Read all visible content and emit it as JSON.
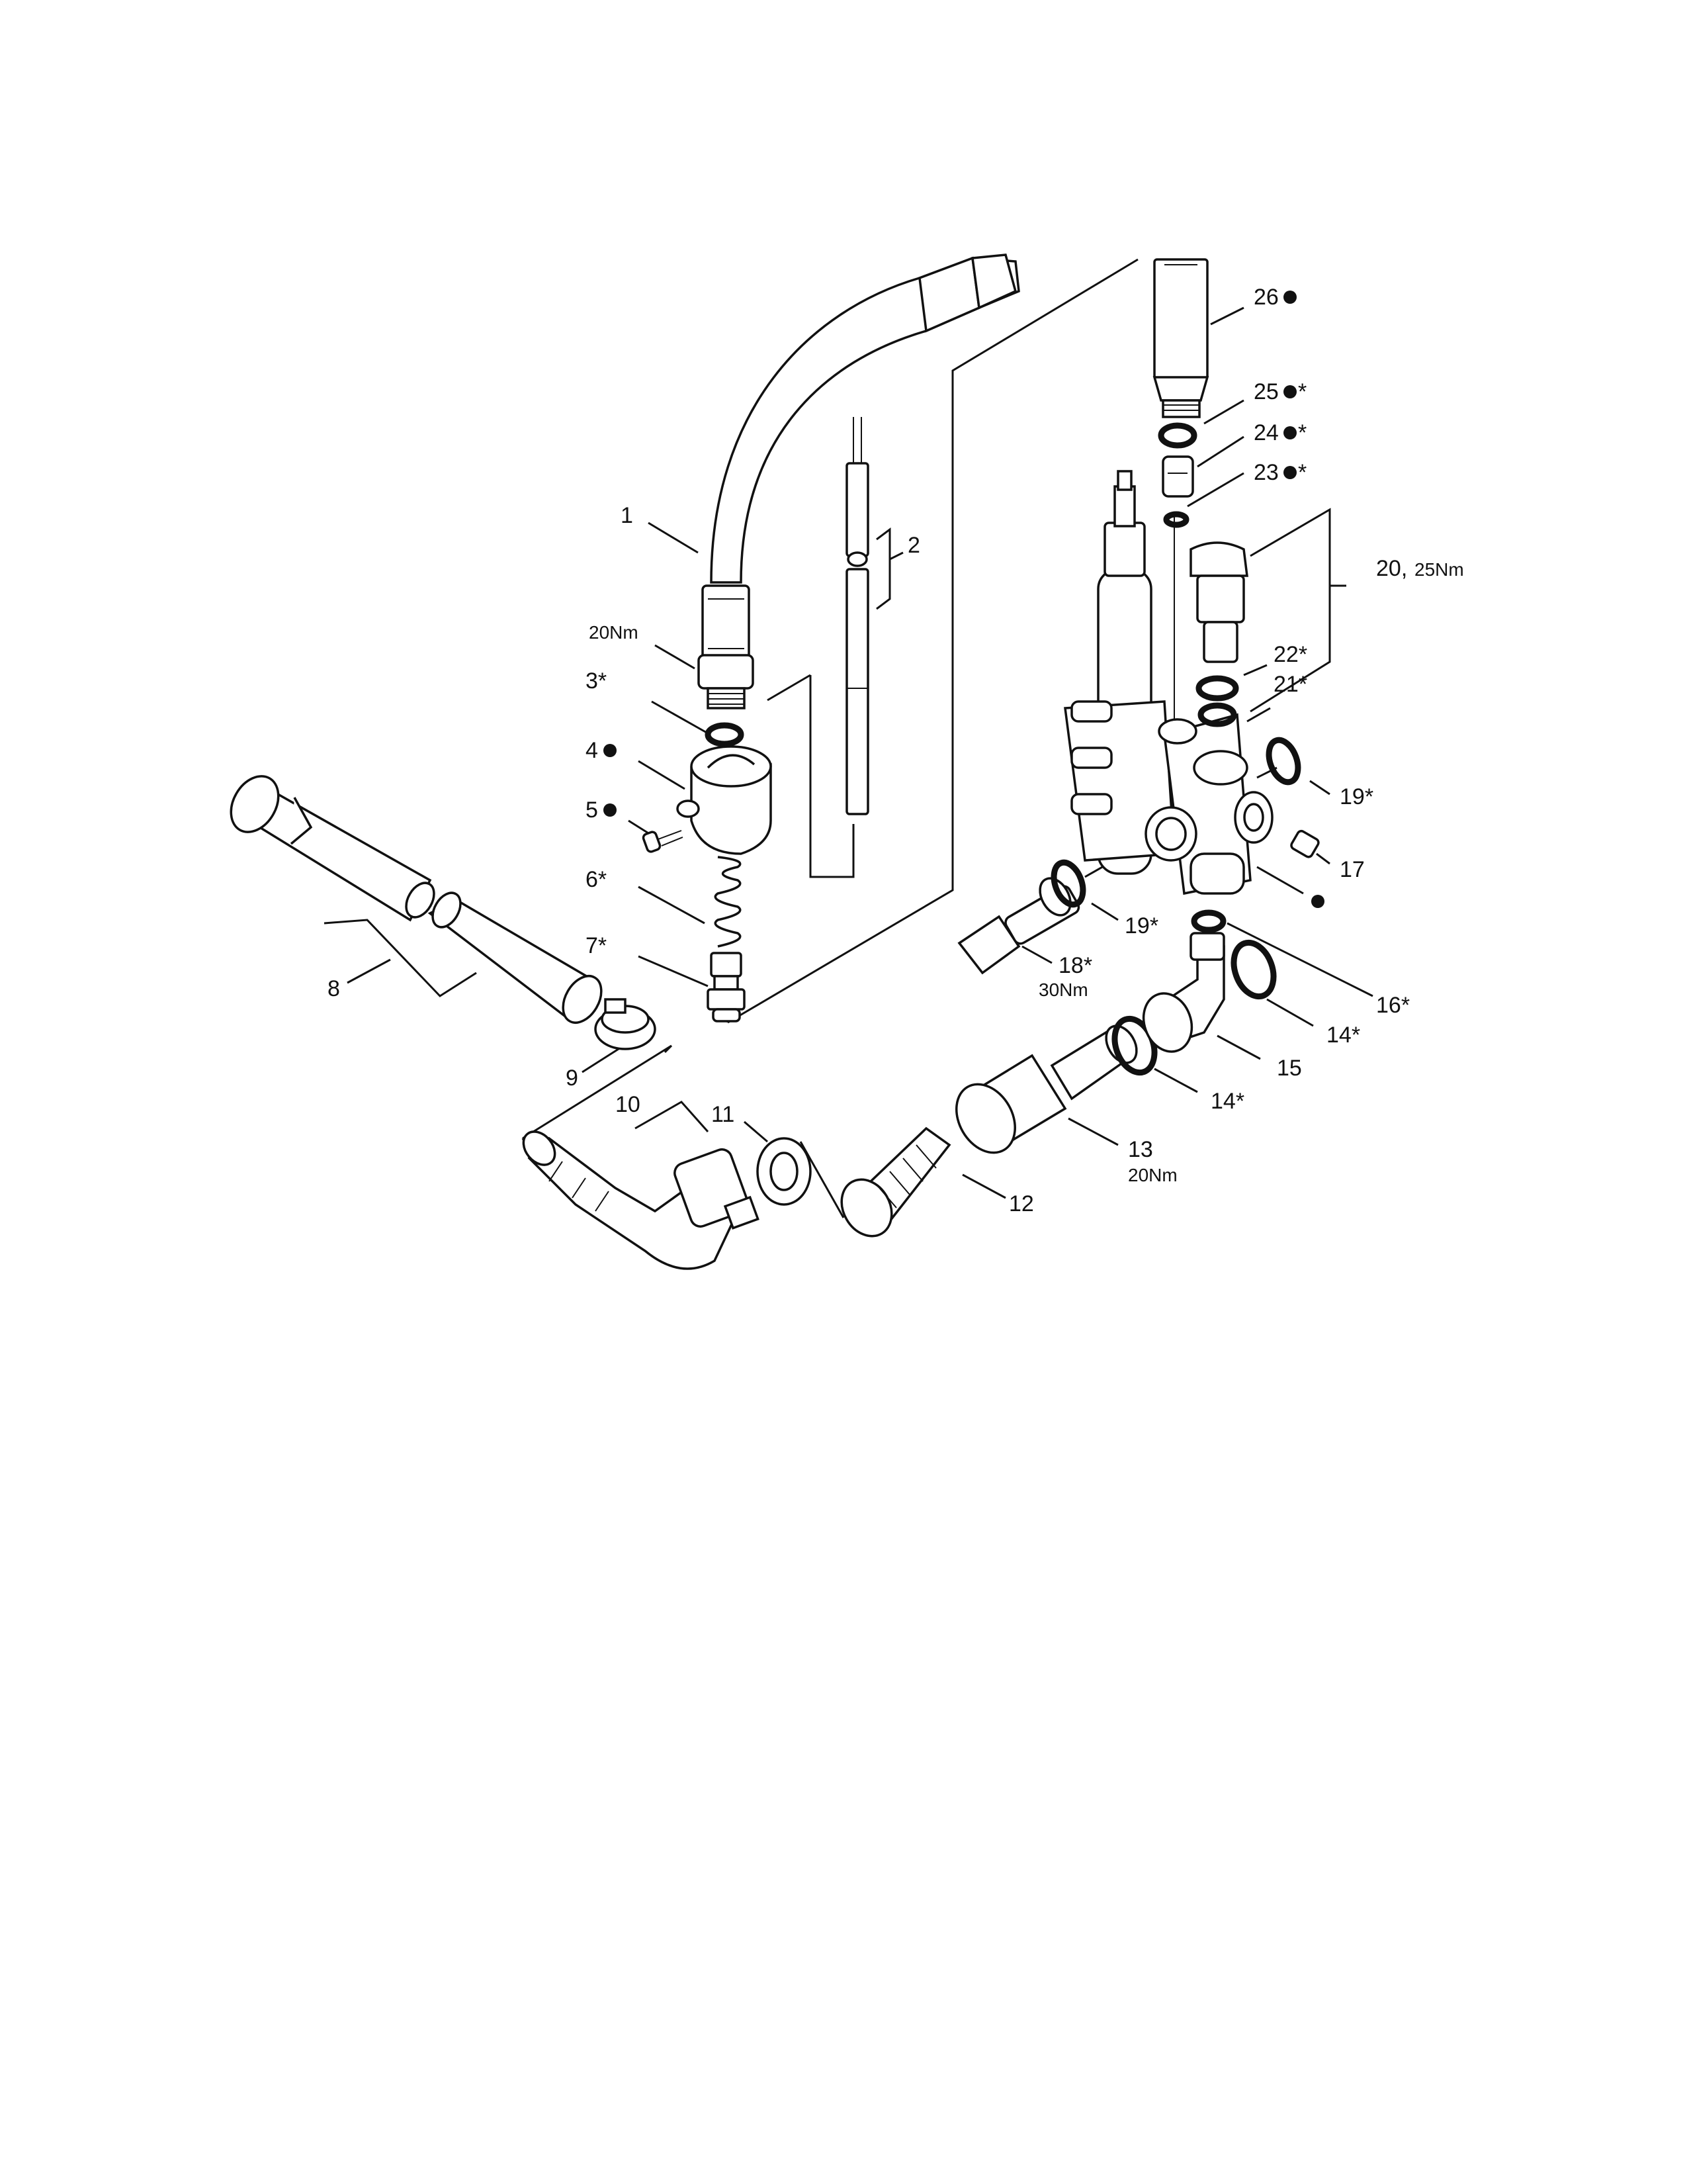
{
  "labels": {
    "l1": "1",
    "l2": "2",
    "torque_fitting": "20Nm",
    "l3": "3*",
    "l4": "4",
    "l5": "5",
    "l6": "6*",
    "l7": "7*",
    "l8": "8",
    "l9": "9",
    "l10": "10",
    "l11": "11",
    "l12": "12",
    "l13": "13",
    "l13_torque": "20Nm",
    "l14a": "14*",
    "l14b": "14*",
    "l15": "15",
    "l16": "16*",
    "l17": "17",
    "l18": "18*",
    "l18_torque": "30Nm",
    "l19a": "19*",
    "l19b": "19*",
    "l20": "20,",
    "l20_torque": "25Nm",
    "l21": "21*",
    "l22": "22*",
    "l23": "23",
    "l23_suffix": "*",
    "l24": "24",
    "l24_suffix": "*",
    "l25": "25",
    "l25_suffix": "*",
    "l26": "26"
  },
  "icons": {
    "bullet": "filled-dot-icon"
  }
}
